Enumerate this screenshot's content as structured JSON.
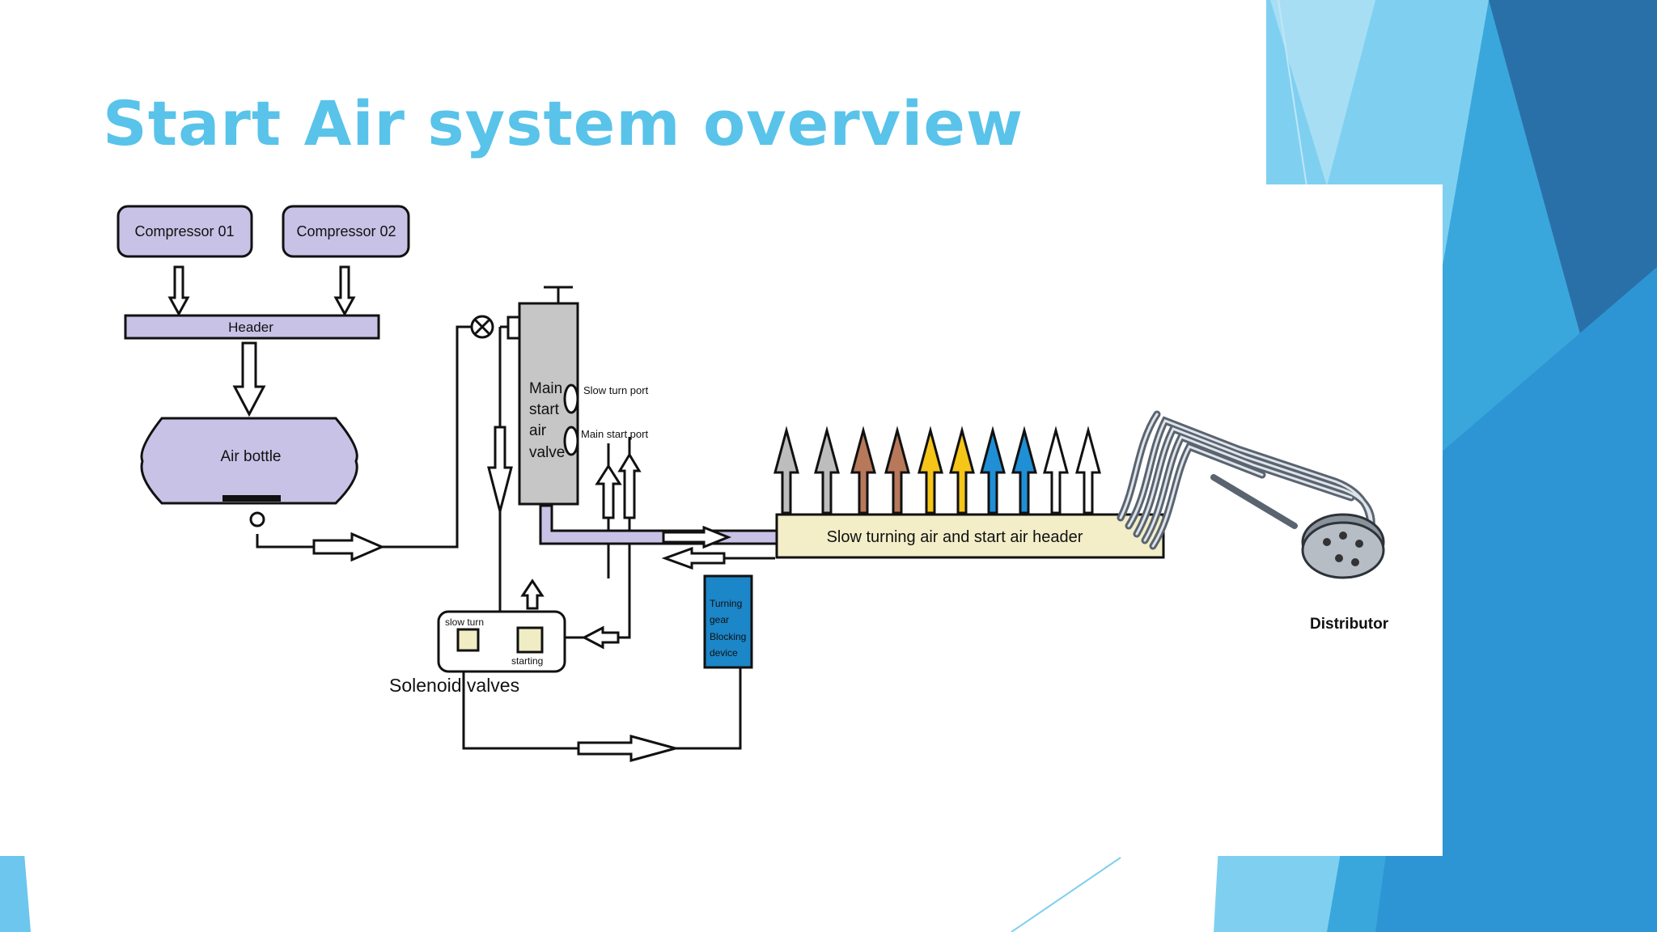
{
  "slide": {
    "title": "Start Air system overview",
    "colors": {
      "title": "#59c3ea",
      "accent_light": "#7fd0f0",
      "accent_mid": "#3aa7dc",
      "accent_dark": "#2a70a8",
      "component_fill": "#c8c2e6",
      "valve_fill": "#c6c6c6",
      "solenoid_fill": "#f0ecc4",
      "header_fill": "#f3eec8",
      "blocking_fill": "#1b86c8"
    }
  },
  "diagram": {
    "compressor_1": "Compressor 01",
    "compressor_2": "Compressor 02",
    "header": "Header",
    "air_bottle": "Air bottle",
    "main_valve_lines": [
      "Main",
      "start",
      "air",
      "valve"
    ],
    "slow_turn_port": "Slow turn port",
    "main_start_port": "Main start port",
    "solenoid_slow_turn": "slow turn",
    "solenoid_starting": "starting",
    "solenoid_valves": "Solenoid valves",
    "blocking_lines": [
      "Turning",
      "gear",
      "Blocking",
      "device"
    ],
    "air_header": "Slow turning air and start air header",
    "distributor": "Distributor",
    "cylinder_arrow_colors": [
      "#bdbdbd",
      "#bdbdbd",
      "#b8785a",
      "#b8785a",
      "#f5c518",
      "#f5c518",
      "#1f8fd6",
      "#1f8fd6",
      "#ffffff",
      "#ffffff"
    ]
  }
}
